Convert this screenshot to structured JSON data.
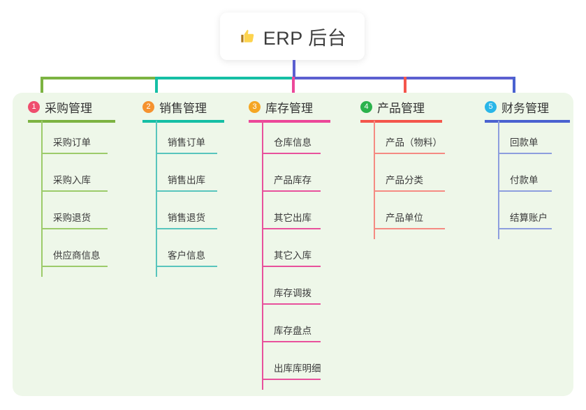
{
  "root": {
    "icon": "thumbs-up-icon",
    "title": "ERP 后台"
  },
  "colors": {
    "panel_background": "#eef7e9",
    "root_stem": "#5b5fd0",
    "bus_green": "#7cb342",
    "bus_teal": "#15bfa5",
    "bus_blue": "#5b5fd0"
  },
  "columns": [
    {
      "index": "1",
      "badge_color": "#ef4e6e",
      "rule_color": "#7cb342",
      "leaf_color": "#9ccb6a",
      "title": "采购管理",
      "items": [
        "采购订单",
        "采购入库",
        "采购退货",
        "供应商信息"
      ]
    },
    {
      "index": "2",
      "badge_color": "#f5922f",
      "rule_color": "#15bfa5",
      "leaf_color": "#58c5bd",
      "title": "销售管理",
      "items": [
        "销售订单",
        "销售出库",
        "销售退货",
        "客户信息"
      ]
    },
    {
      "index": "3",
      "badge_color": "#f5a623",
      "rule_color": "#ec4899",
      "leaf_color": "#e8519c",
      "title": "库存管理",
      "items": [
        "仓库信息",
        "产品库存",
        "其它出库",
        "其它入库",
        "库存调拨",
        "库存盘点",
        "出库库明细"
      ]
    },
    {
      "index": "4",
      "badge_color": "#2bb24c",
      "rule_color": "#f4564c",
      "leaf_color": "#f58a82",
      "title": "产品管理",
      "items": [
        "产品（物料）",
        "产品分类",
        "产品单位"
      ]
    },
    {
      "index": "5",
      "badge_color": "#29b6e8",
      "rule_color": "#4a62d0",
      "leaf_color": "#8d9ede",
      "title": "财务管理",
      "items": [
        "回款单",
        "付款单",
        "结算账户"
      ]
    }
  ]
}
